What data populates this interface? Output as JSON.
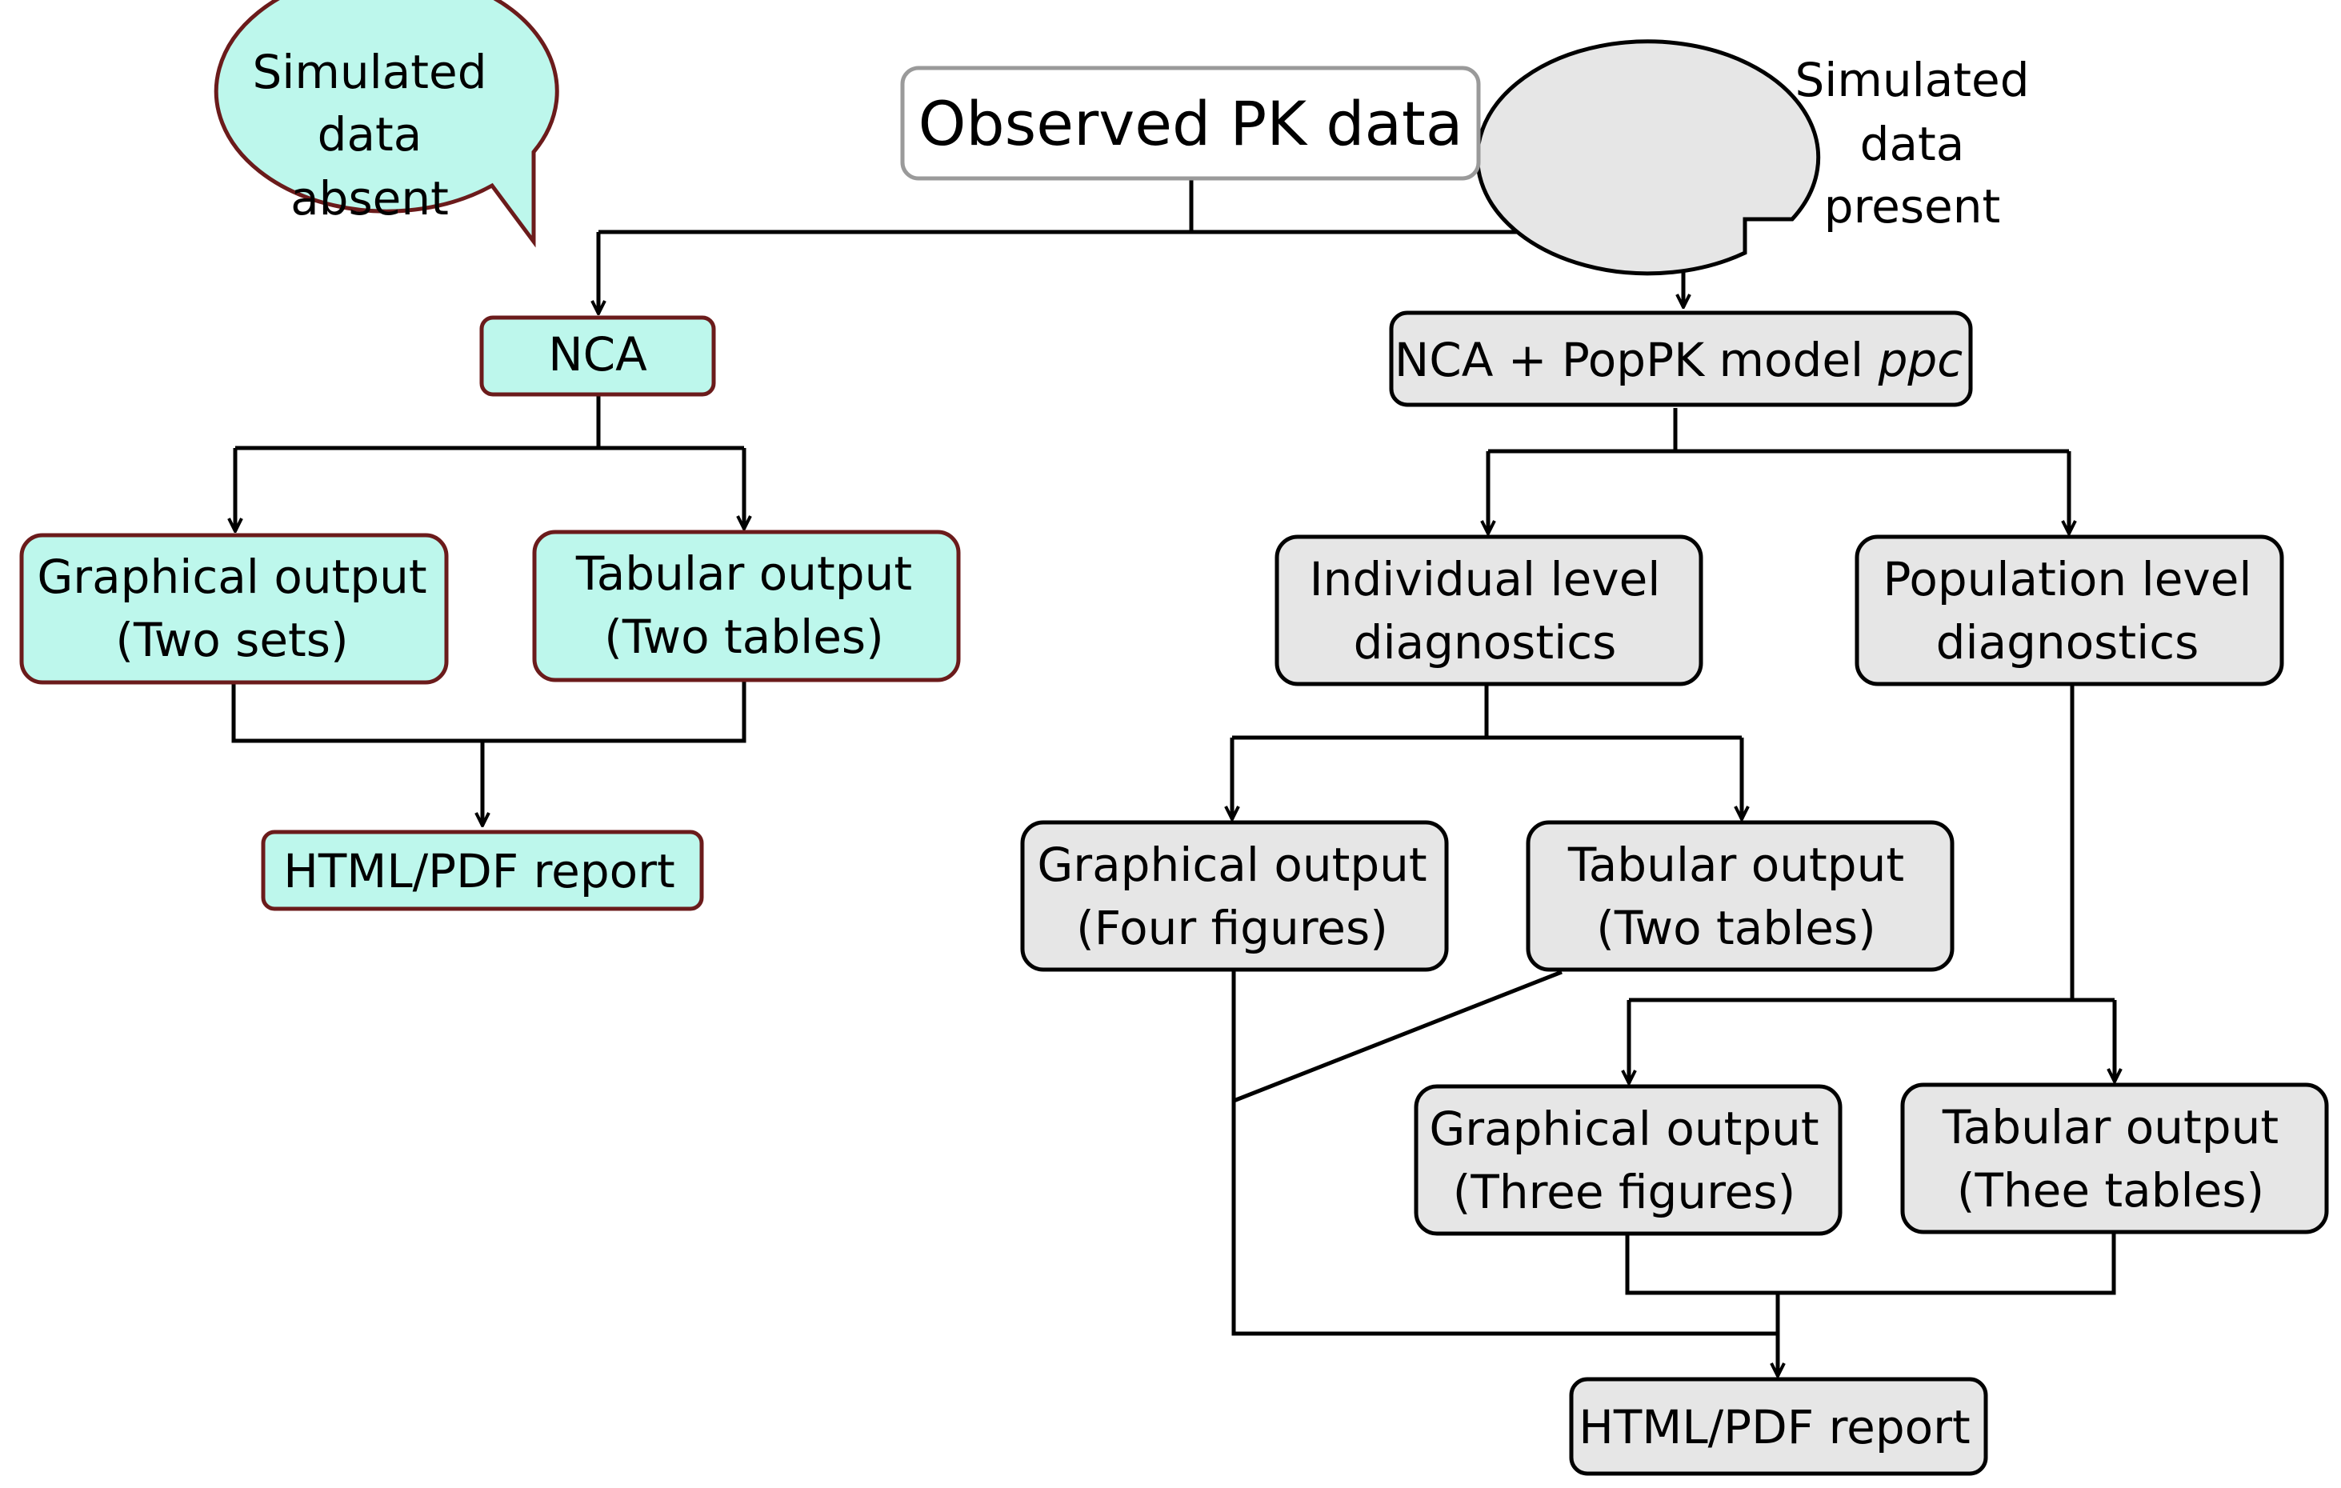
{
  "colors": {
    "cyan_fill": "#bdf7ec",
    "cyan_border": "#6b1b1b",
    "gray_fill": "#e6e6e6",
    "gray_border": "#000000",
    "top_border": "#9a9a9a",
    "line": "#000000"
  },
  "top": {
    "title": "Observed PK data"
  },
  "bubbles": {
    "left": {
      "lines": [
        "Simulated",
        "data",
        "absent"
      ]
    },
    "right": {
      "lines": [
        "Simulated",
        "data",
        "present"
      ]
    }
  },
  "left_branch": {
    "nca": "NCA",
    "graphical": {
      "line1": "Graphical output",
      "line2": "(Two sets)"
    },
    "tabular": {
      "line1": "Tabular output",
      "line2": "(Two tables)"
    },
    "report": "HTML/PDF report"
  },
  "right_branch": {
    "model": {
      "prefix": "NCA + PopPK model ",
      "italic": "ppc"
    },
    "individual": {
      "line1": "Individual level",
      "line2": "diagnostics"
    },
    "population": {
      "line1": "Population level",
      "line2": "diagnostics"
    },
    "ind_graphical": {
      "line1": "Graphical output",
      "line2": "(Four figures)"
    },
    "ind_tabular": {
      "line1": "Tabular output",
      "line2": "(Two tables)"
    },
    "pop_graphical": {
      "line1": "Graphical output",
      "line2": "(Three figures)"
    },
    "pop_tabular": {
      "line1": "Tabular output",
      "line2": "(Thee tables)"
    },
    "report": "HTML/PDF report"
  }
}
